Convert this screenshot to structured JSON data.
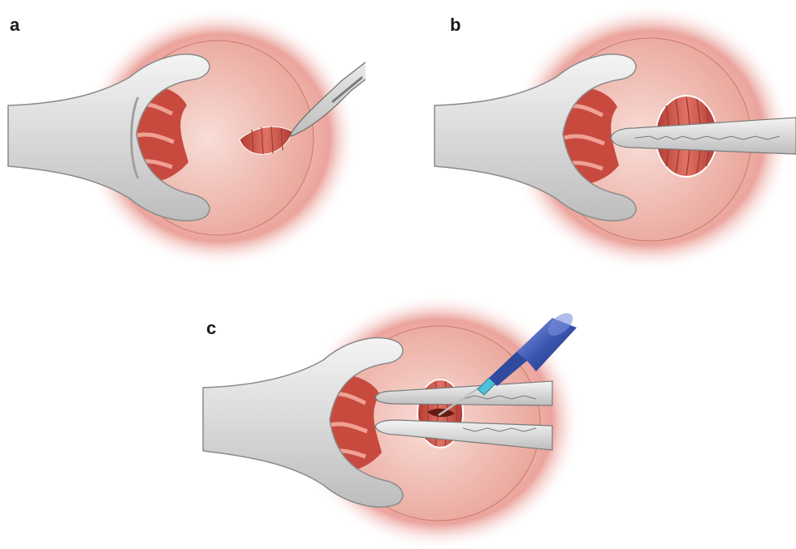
{
  "figure": {
    "panels": [
      {
        "label": "a",
        "instrument": "scalpel-icon"
      },
      {
        "label": "b",
        "instrument": "grasping-forceps-icon"
      },
      {
        "label": "c",
        "instrument": "electrocautery-needle-icon"
      }
    ],
    "colors": {
      "tissue": "#e8948c",
      "tissue_light": "#f5d3cc",
      "muscle": "#c84a3e",
      "steel": "#dcdcdc",
      "steel_edge": "#8a8a8a",
      "cautery_blue": "#3a56b0"
    }
  }
}
